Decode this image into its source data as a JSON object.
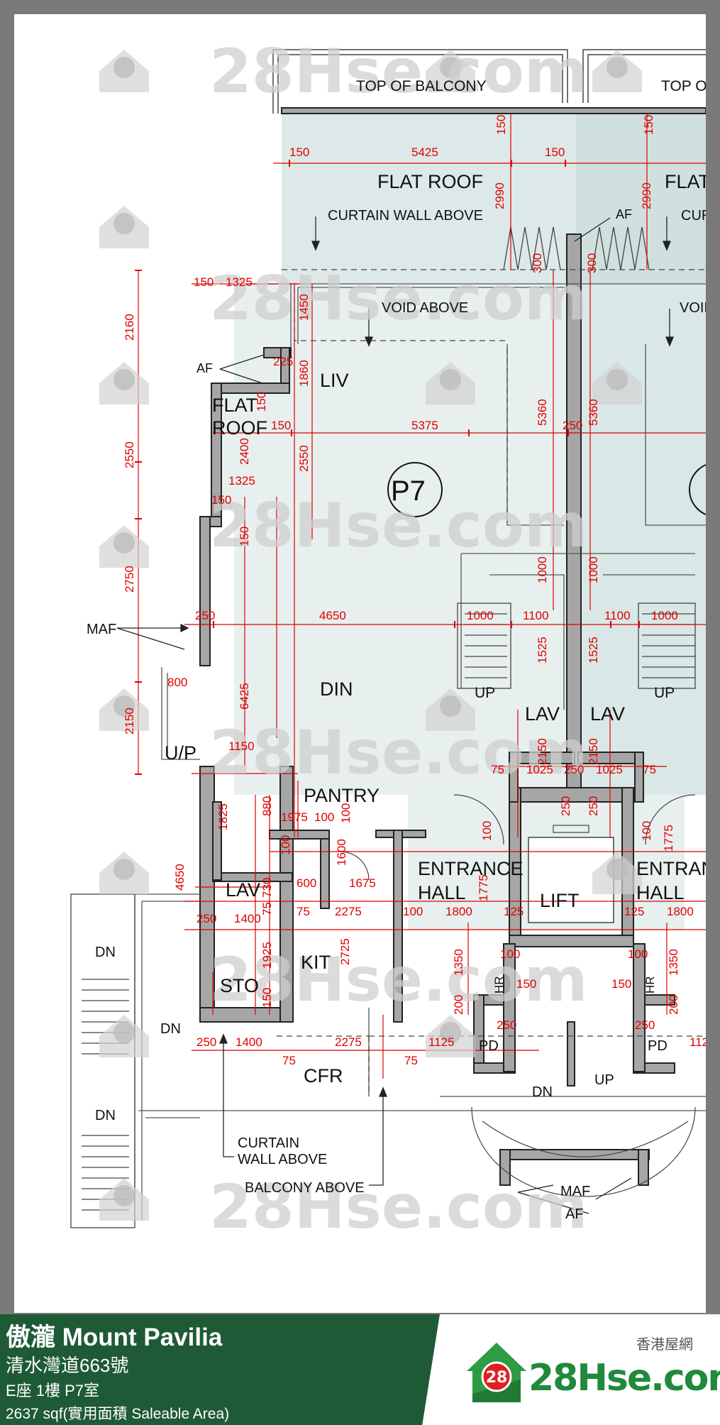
{
  "watermark": {
    "text": "28Hse.com",
    "badge": "28"
  },
  "plan": {
    "unit_tag": "P7",
    "labels": {
      "top_balcony_1": "TOP OF BALCONY",
      "top_balcony_2": "TOP O",
      "flat_roof_1": "FLAT ROOF",
      "flat_roof_2": "FLAT",
      "curtain_wall_1": "CURTAIN WALL ABOVE",
      "curtain_wall_2": "CUR",
      "void_above_1": "VOID ABOVE",
      "void_above_2": "VOID",
      "af_top": "AF",
      "af_left": "AF",
      "flat_roof_small_1": "FLAT",
      "flat_roof_small_2": "ROOF",
      "liv": "LIV",
      "maf_left": "MAF",
      "din": "DIN",
      "up_1": "UP",
      "up_2": "UP",
      "lav_1": "LAV",
      "lav_2": "LAV",
      "up_p": "U/P",
      "pantry": "PANTRY",
      "entrance_hall_1a": "ENTRANCE",
      "entrance_hall_1b": "HALL",
      "entrance_hall_2a": "ENTRAN",
      "entrance_hall_2b": "HALL",
      "lift": "LIFT",
      "lav_3": "LAV",
      "kit": "KIT",
      "sto": "STO",
      "dn_1": "DN",
      "dn_2": "DN",
      "dn_3": "DN",
      "dn_4": "DN",
      "up_3": "UP",
      "hr_1": "HR",
      "hr_2": "HR",
      "pd_1": "PD",
      "pd_2": "PD",
      "cfr": "CFR",
      "curtain_wall_bottom_a": "CURTAIN",
      "curtain_wall_bottom_b": "WALL ABOVE",
      "balcony_above": "BALCONY ABOVE",
      "maf_bottom": "MAF",
      "af_bottom": "AF"
    },
    "dims": {
      "d150_a": "150",
      "d5425": "5425",
      "d150_b": "150",
      "d150_c": "150",
      "d150_v1": "150",
      "d150_v2": "150",
      "d2990_a": "2990",
      "d2990_b": "2990",
      "d300_a": "300",
      "d300_b": "300",
      "d150_d": "150",
      "d1325_a": "1325",
      "d2160": "2160",
      "d1450": "1450",
      "d225": "225",
      "d1860": "1860",
      "d150_e": "150",
      "d150_f": "150",
      "d5375": "5375",
      "d250_a": "250",
      "d5360_a": "5360",
      "d5360_b": "5360",
      "d2550_a": "2550",
      "d2400": "2400",
      "d2550_b": "2550",
      "d1325_b": "1325",
      "d150_g": "150",
      "d150_h": "150",
      "d2750": "2750",
      "d1000_a": "1000",
      "d1000_b": "1000",
      "d250_b": "250",
      "d4650_a": "4650",
      "d1000_c": "1000",
      "d1100_a": "1100",
      "d1100_b": "1100",
      "d1000_d": "1000",
      "d1525_a": "1525",
      "d1525_b": "1525",
      "d800": "800",
      "d6425": "6425",
      "d2150_a": "2150",
      "d2150_b": "2150",
      "d2150_c": "2150",
      "d1150": "1150",
      "d75_a": "75",
      "d1025_a": "1025",
      "d250_c": "250",
      "d1025_b": "1025",
      "d75_b": "75",
      "d1825": "1825",
      "d880": "880",
      "d1975": "1975",
      "d100_a": "100",
      "d100_b": "100",
      "d250_d": "250",
      "d250_e": "250",
      "d100_c": "100",
      "d100_d": "100",
      "d1775_a": "1775",
      "d1600": "1600",
      "d100_e": "100",
      "d4650_b": "4650",
      "d730": "730",
      "d600": "600",
      "d1675": "1675",
      "d1775_b": "1775",
      "d75_c": "75",
      "d75_d": "75",
      "d2275_a": "2275",
      "d100_f": "100",
      "d1800_a": "1800",
      "d125_a": "125",
      "d125_b": "125",
      "d1800_b": "1800",
      "d250_f": "250",
      "d1400_a": "1400",
      "d1925": "1925",
      "d2725": "2725",
      "d1350_a": "1350",
      "d1350_b": "1350",
      "d100_g": "100",
      "d100_h": "100",
      "d150_i": "150",
      "d150_j": "150",
      "d150_k": "150",
      "d200_a": "200",
      "d200_b": "200",
      "d250_g": "250",
      "d250_h": "250",
      "d250_i": "250",
      "d1400_b": "1400",
      "d2275_b": "2275",
      "d1125": "1125",
      "d112": "112",
      "d75_e": "75",
      "d75_f": "75"
    }
  },
  "footer": {
    "title": "傲瀧 Mount Pavilia",
    "address": "清水灣道663號",
    "unit": "E座 1樓 P7室",
    "area": "2637 sqf(實用面積 Saleable Area)",
    "logo_badge": "28",
    "logo_text": "28Hse.com",
    "logo_cn": "香港屋網",
    "brand_green": "#1e5a36",
    "logo_green": "#1f8a3a"
  }
}
